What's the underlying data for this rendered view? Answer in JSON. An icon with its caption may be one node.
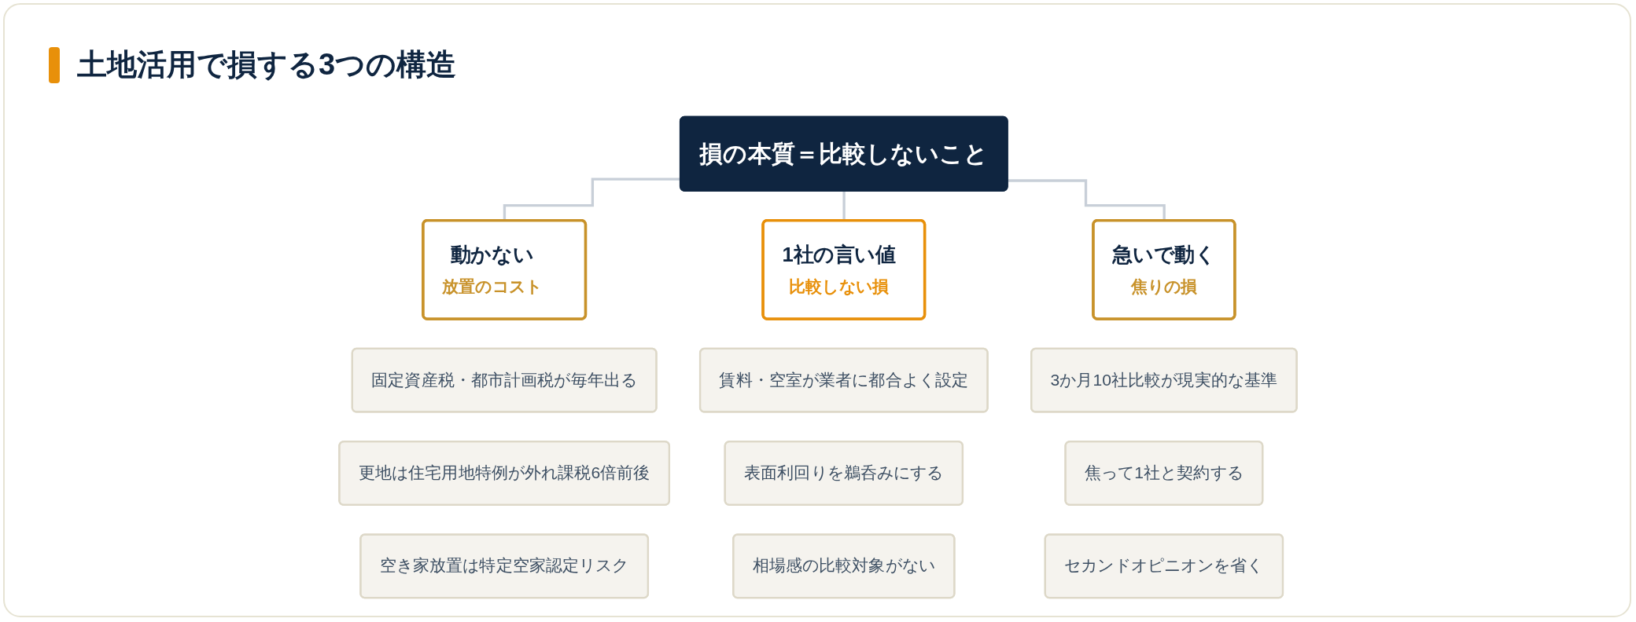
{
  "diagram": {
    "title": "土地活用で損する3つの構造",
    "nodes": [
      {
        "text": [
          "損の本質＝比較しないこと"
        ]
      },
      {
        "text": [
          "動かない",
          "放置のコスト"
        ]
      },
      {
        "text": [
          "1社の言い値",
          "比較しない損"
        ]
      },
      {
        "text": [
          "急いで動く",
          "焦りの損"
        ]
      },
      {
        "text": [
          "固定資産税・都市計画税が毎年出る"
        ]
      },
      {
        "text": [
          "更地は住宅用地特例が外れ課税6倍前後"
        ]
      },
      {
        "text": [
          "空き家放置は特定空家認定リスク"
        ]
      },
      {
        "text": [
          "賃料・空室が業者に都合よく設定"
        ]
      },
      {
        "text": [
          "表面利回りを鵜呑みにする"
        ]
      },
      {
        "text": [
          "相場感の比較対象がない"
        ]
      },
      {
        "text": [
          "3か月10社比較が現実的な基準"
        ]
      },
      {
        "text": [
          "焦って1社と契約する"
        ]
      },
      {
        "text": [
          "セカンドオピニオンを省く"
        ]
      }
    ],
    "edges": [
      {
        "from": 0,
        "to": 1,
        "arrow": "none"
      },
      {
        "from": 0,
        "to": 2,
        "arrow": "none"
      },
      {
        "from": 0,
        "to": 3,
        "arrow": "none"
      }
    ]
  }
}
